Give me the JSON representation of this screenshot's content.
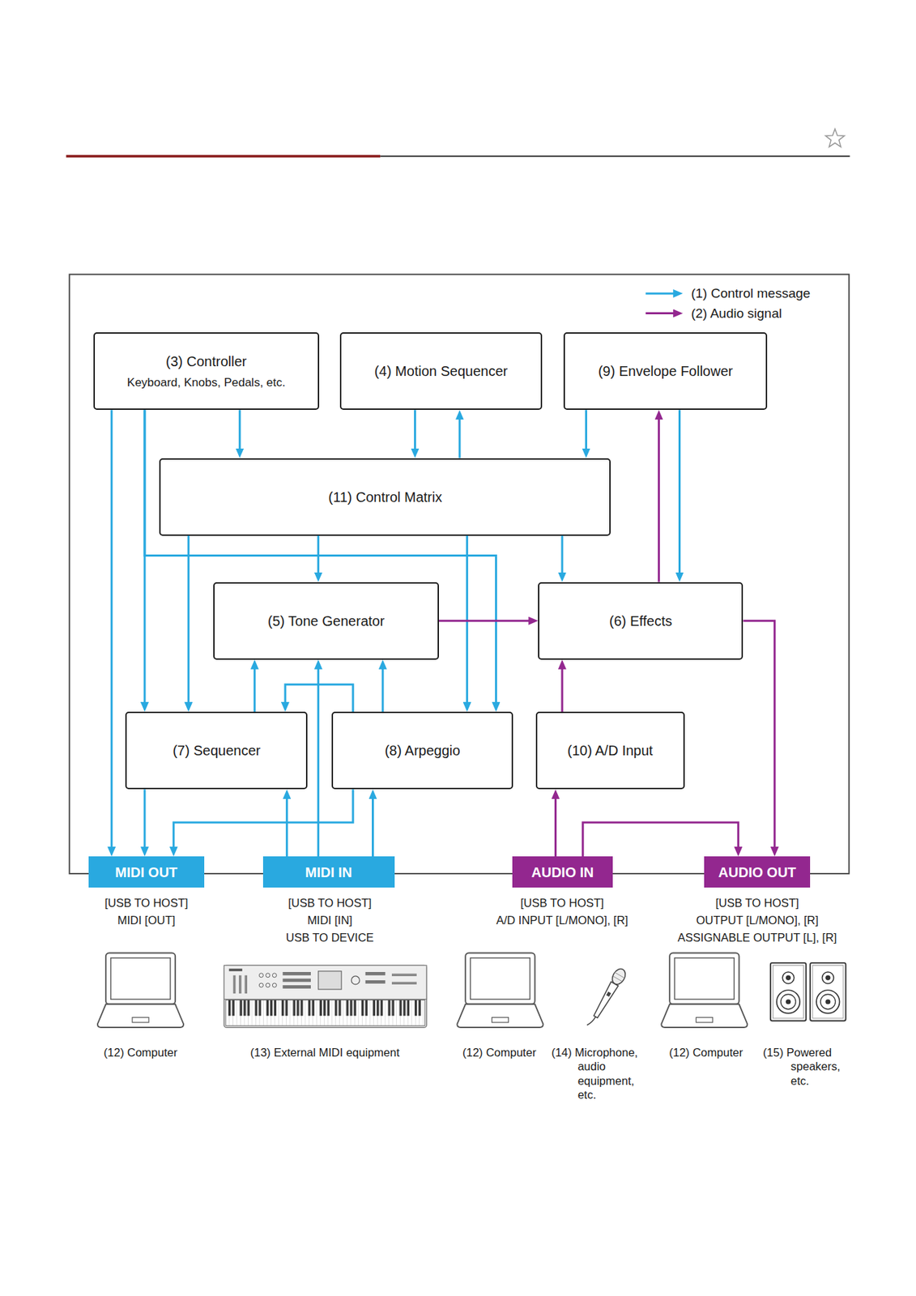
{
  "diagram": {
    "nodes": [
      {
        "text": [
          "(3) Controller",
          "Keyboard, Knobs, Pedals, etc."
        ]
      },
      {
        "text": [
          "(4) Motion Sequencer"
        ]
      },
      {
        "text": [
          "(9) Envelope Follower"
        ]
      },
      {
        "text": [
          "(11) Control Matrix"
        ]
      },
      {
        "text": [
          "(5) Tone Generator"
        ]
      },
      {
        "text": [
          "(6) Effects"
        ]
      },
      {
        "text": [
          "(7) Sequencer"
        ]
      },
      {
        "text": [
          "(8) Arpeggio"
        ]
      },
      {
        "text": [
          "(10) A/D Input"
        ]
      },
      {
        "text": [
          "MIDI OUT"
        ]
      },
      {
        "text": [
          "MIDI IN"
        ]
      },
      {
        "text": [
          "AUDIO IN"
        ]
      },
      {
        "text": [
          "AUDIO OUT"
        ]
      }
    ],
    "edges": [
      {
        "from": 0,
        "to": 9,
        "arrow": "to"
      },
      {
        "from": 0,
        "to": 3,
        "arrow": "to"
      },
      {
        "from": 0,
        "to": 6,
        "arrow": "to"
      },
      {
        "from": 0,
        "to": 7,
        "arrow": "to"
      },
      {
        "from": 1,
        "to": 3,
        "arrow": "to"
      },
      {
        "from": 3,
        "to": 1,
        "arrow": "to"
      },
      {
        "from": 2,
        "to": 3,
        "arrow": "to"
      },
      {
        "from": 3,
        "to": 6,
        "arrow": "to"
      },
      {
        "from": 3,
        "to": 4,
        "arrow": "to"
      },
      {
        "from": 3,
        "to": 7,
        "arrow": "to"
      },
      {
        "from": 3,
        "to": 5,
        "arrow": "to"
      },
      {
        "from": 2,
        "to": 5,
        "arrow": "to"
      },
      {
        "from": 5,
        "to": 2,
        "arrow": "to"
      },
      {
        "from": 4,
        "to": 5,
        "arrow": "to"
      },
      {
        "from": 6,
        "to": 4,
        "arrow": "to"
      },
      {
        "from": 7,
        "to": 4,
        "arrow": "to"
      },
      {
        "from": 7,
        "to": 6,
        "arrow": "to"
      },
      {
        "from": 6,
        "to": 9,
        "arrow": "to"
      },
      {
        "from": 7,
        "to": 9,
        "arrow": "to"
      },
      {
        "from": 10,
        "to": 4,
        "arrow": "to"
      },
      {
        "from": 10,
        "to": 6,
        "arrow": "to"
      },
      {
        "from": 10,
        "to": 7,
        "arrow": "to"
      },
      {
        "from": 8,
        "to": 5,
        "arrow": "to"
      },
      {
        "from": 11,
        "to": 8,
        "arrow": "to"
      },
      {
        "from": 11,
        "to": 12,
        "arrow": "to"
      },
      {
        "from": 5,
        "to": 12,
        "arrow": "to"
      }
    ],
    "labels": [
      "[USB TO HOST]",
      "MIDI [OUT]",
      "[USB TO HOST]",
      "MIDI [IN]",
      "USB TO DEVICE",
      "[USB TO HOST]",
      "A/D INPUT [L/MONO], [R]",
      "[USB TO HOST]",
      "OUTPUT [L/MONO], [R]",
      "ASSIGNABLE OUTPUT [L], [R]",
      "(12) Computer",
      "(13) External MIDI equipment",
      "(12) Computer",
      "(14) Microphone, audio equipment, etc.",
      "(12) Computer",
      "(15) Powered speakers, etc."
    ],
    "legend": [
      {
        "text": "(1) Control message"
      },
      {
        "text": "(2) Audio signal"
      }
    ]
  }
}
